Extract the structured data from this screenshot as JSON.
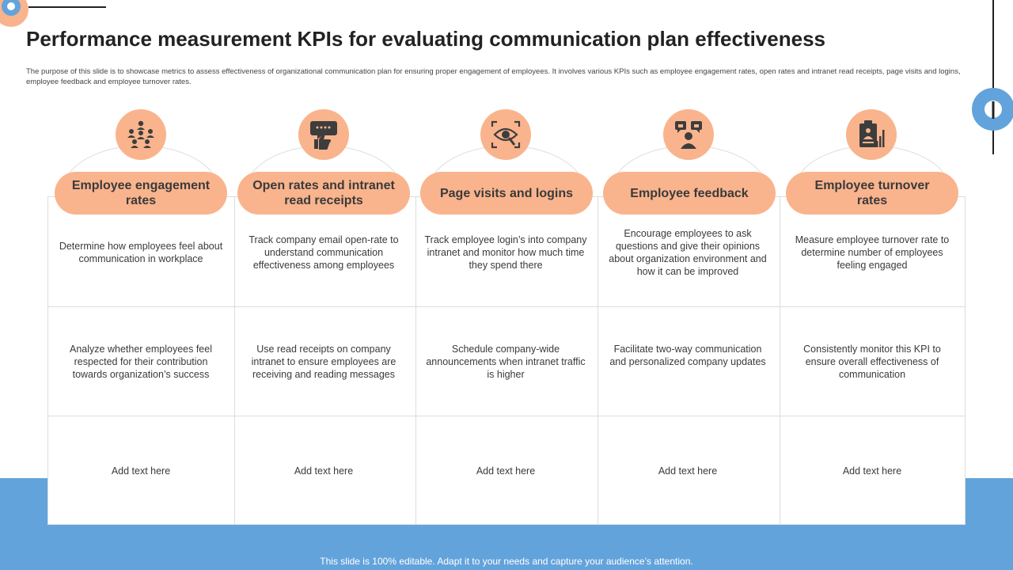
{
  "title": "Performance measurement KPIs for evaluating communication plan effectiveness",
  "description": "The purpose of this slide is to showcase metrics to assess effectiveness of organizational communication plan  for ensuring proper engagement of employees. It involves various KPIs such as employee engagement rates, open rates and intranet read receipts, page visits and logins, employee  feedback and employee turnover rates.",
  "colors": {
    "accent": "#f9b48d",
    "band": "#63a3db",
    "icon": "#3d3d3d"
  },
  "kpis": [
    {
      "label": "Employee engagement rates",
      "icon": "team-network-icon",
      "row1": "Determine  how employees feel about communication in workplace",
      "row2": "Analyze whether employees feel respected for their contribution towards organization’s success",
      "row3": "Add text here"
    },
    {
      "label": "Open rates and intranet read receipts",
      "icon": "chat-thumbs-up-icon",
      "row1": "Track company email open-rate to understand communication effectiveness  among employees",
      "row2": "Use read receipts on company intranet to ensure employees are receiving  and reading messages",
      "row3": "Add text here"
    },
    {
      "label": "Page visits and logins",
      "icon": "eye-scan-icon",
      "row1": "Track employee login’s into company intranet and monitor how much time they spend there",
      "row2": "Schedule company-wide announcements  when intranet traffic is higher",
      "row3": "Add text here"
    },
    {
      "label": "Employee feedback",
      "icon": "feedback-person-icon",
      "row1": "Encourage  employees to ask questions and give their opinions about organization environment and how it can be improved",
      "row2": "Facilitate two-way communication and personalized company updates",
      "row3": "Add text here"
    },
    {
      "label": "Employee turnover rates",
      "icon": "clipboard-chart-icon",
      "row1": "Measure employee turnover  rate to determine  number of employees feeling engaged",
      "row2": "Consistently monitor this KPI to ensure overall  effectiveness of communication",
      "row3": "Add text here"
    }
  ],
  "footer": "This slide is 100% editable. Adapt it to your needs and capture your audience’s attention."
}
